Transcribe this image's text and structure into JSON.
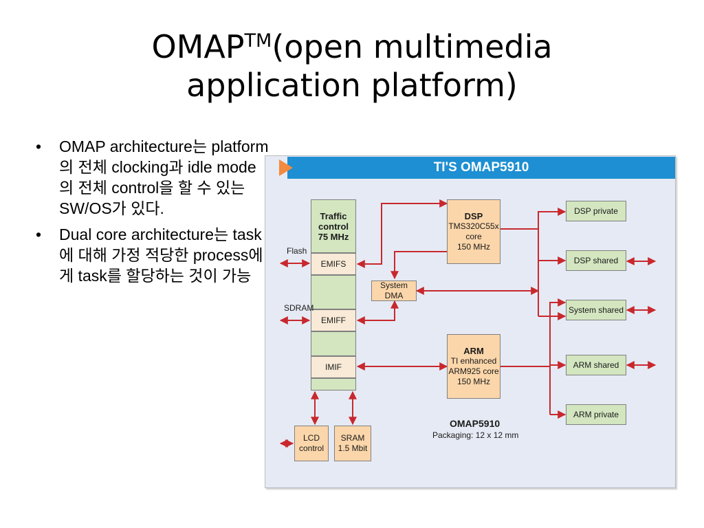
{
  "slide": {
    "title_main": "OMAP",
    "title_sup": "TM",
    "title_rest": "(open multimedia",
    "title_line2": "application platform)"
  },
  "bullets": [
    "OMAP architecture는 platform의 전체 clocking과 idle mode의 전체 control을 할 수 있는 SW/OS가 있다.",
    "Dual core architecture는 task에 대해 가정 적당한 process에게 task를 할당하는 것이 가능"
  ],
  "diagram": {
    "banner": "TI'S OMAP5910",
    "traffic": [
      "Traffic",
      "control",
      "75 MHz"
    ],
    "emifs": "EMIFS",
    "emiff": "EMIFF",
    "imif": "IMIF",
    "flash": "Flash",
    "sdram": "SDRAM",
    "dsp": {
      "name": "DSP",
      "lines": [
        "TMS320C55x",
        "core",
        "150 MHz"
      ]
    },
    "arm": {
      "name": "ARM",
      "lines": [
        "TI enhanced",
        "ARM925 core",
        "150 MHz"
      ]
    },
    "system_dma": "System DMA",
    "dsp_private": "DSP private",
    "dsp_shared": "DSP shared",
    "system_shared": "System shared",
    "arm_shared": "ARM shared",
    "arm_private": "ARM private",
    "lcd": [
      "LCD",
      "control"
    ],
    "sram": [
      "SRAM",
      "1.5 Mbit"
    ],
    "package_title": "OMAP5910",
    "package_sub": "Packaging: 12 x 12 mm",
    "colors": {
      "banner": "#1d8fd2",
      "arrow": "#c8282d",
      "green_box": "#d3e6c0",
      "peach_box": "#fbd6aa",
      "panel": "#e6eaf4"
    }
  }
}
